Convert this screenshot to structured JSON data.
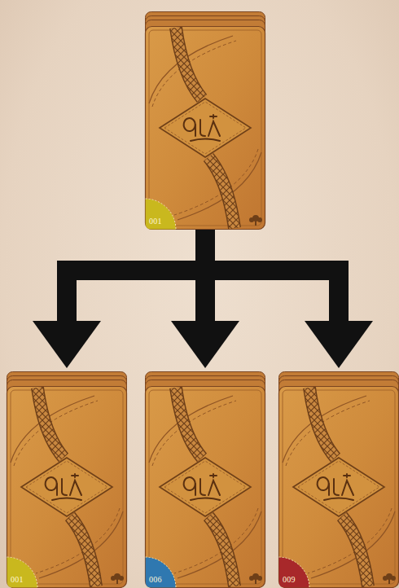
{
  "diagram": {
    "nodes": [
      {
        "text": [
          "001"
        ]
      },
      {
        "text": [
          "001"
        ]
      },
      {
        "text": [
          "006"
        ]
      },
      {
        "text": [
          "009"
        ]
      }
    ],
    "edges": [
      {
        "from": 0,
        "to": 1,
        "arrow": "to"
      },
      {
        "from": 0,
        "to": 2,
        "arrow": "to"
      },
      {
        "from": 0,
        "to": 3,
        "arrow": "to"
      }
    ]
  }
}
